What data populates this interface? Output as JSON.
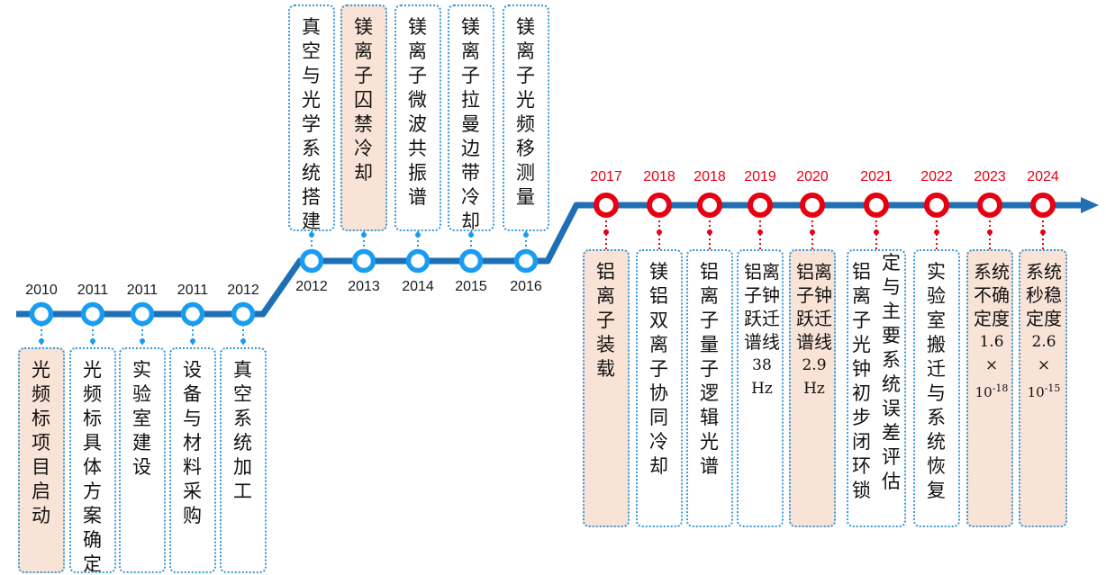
{
  "colors": {
    "line": "#1f6fb5",
    "node_blue": "#1a9cf0",
    "node_red": "#e60012",
    "highlight_fill": "#f9e3d6",
    "box_border": "#3a9ad9"
  },
  "segment1": {
    "events": [
      {
        "year": "2010",
        "label": "光频标项目启动",
        "highlight": true
      },
      {
        "year": "2011",
        "label": "光频标具体方案确定",
        "highlight": false
      },
      {
        "year": "2011",
        "label": "实验室建设",
        "highlight": false
      },
      {
        "year": "2011",
        "label": "设备与材料采购",
        "highlight": false
      },
      {
        "year": "2012",
        "label": "真空系统加工",
        "highlight": false
      }
    ]
  },
  "segment2": {
    "events": [
      {
        "year": "2012",
        "label": "真空与光学系统搭建",
        "highlight": false
      },
      {
        "year": "2013",
        "label": "镁离子囚禁冷却",
        "highlight": true
      },
      {
        "year": "2014",
        "label": "镁离子微波共振谱",
        "highlight": false
      },
      {
        "year": "2015",
        "label": "镁离子拉曼边带冷却",
        "highlight": false
      },
      {
        "year": "2016",
        "label": "镁离子光频移测量",
        "highlight": false
      }
    ]
  },
  "segment3": {
    "events": [
      {
        "year": "2017",
        "label": "铝离子装载",
        "highlight": true
      },
      {
        "year": "2018",
        "label": "镁铝双离子协同冷却",
        "highlight": false
      },
      {
        "year": "2018",
        "label": "铝离子量子逻辑光谱",
        "highlight": false
      },
      {
        "year": "2019",
        "label": "铝离子钟跃迁谱线",
        "value": "38",
        "unit": "Hz",
        "highlight": false
      },
      {
        "year": "2020",
        "label": "铝离子钟跃迁谱线",
        "value": "2.9",
        "unit": "Hz",
        "highlight": true
      },
      {
        "year": "2021",
        "label": "铝离子光钟初步闭环锁定与主要系统误差评估",
        "highlight": false
      },
      {
        "year": "2022",
        "label": "实验室搬迁与系统恢复",
        "highlight": false
      },
      {
        "year": "2023",
        "label": "系统不确定度",
        "mantissa": "1.6",
        "times": "×",
        "base": "10",
        "exponent": "-18",
        "highlight": true
      },
      {
        "year": "2024",
        "label": "系统秒稳定度",
        "mantissa": "2.6",
        "times": "×",
        "base": "10",
        "exponent": "-15",
        "highlight": true
      }
    ]
  }
}
